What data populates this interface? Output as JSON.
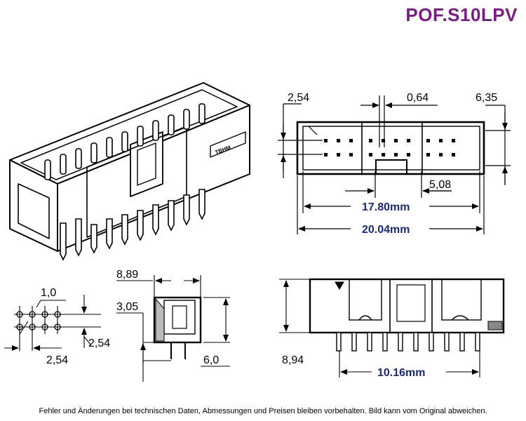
{
  "title": "POF.S10LPV",
  "dimensions": {
    "pitch_top": "2,54",
    "pin_width": "0,64",
    "side_top": "6,35",
    "row_pitch": "5,08",
    "length_inner": "17.80mm",
    "length_outer": "20.04mm",
    "hole_dia": "1,0",
    "grid_x": "2,54",
    "grid_y": "2,54",
    "body_width": "8,89",
    "pin_offset": "3,05",
    "pin_length": "6,0",
    "body_height": "8,94",
    "key_width": "10.16mm"
  },
  "footer": "Fehler und Änderungen bei technischen Daten, Abmessungen und Preisen bleiben vorbehalten. Bild kann vom Original abweichen."
}
